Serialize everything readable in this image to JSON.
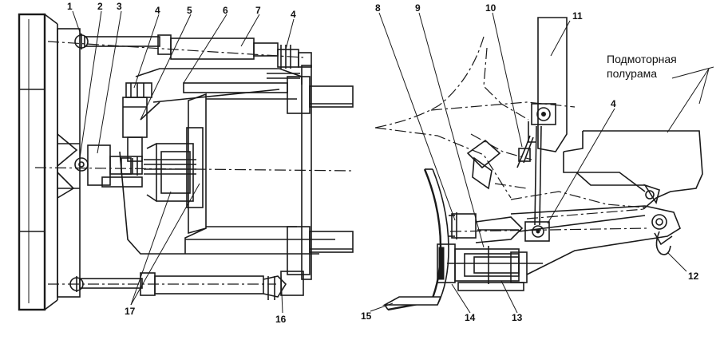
{
  "callouts": [
    "1",
    "2",
    "3",
    "4",
    "5",
    "6",
    "7",
    "4",
    "8",
    "9",
    "10",
    "11",
    "4",
    "12",
    "13",
    "14",
    "15",
    "16",
    "17"
  ],
  "annotation": {
    "line1": "Подмоторная",
    "line2": "полурама"
  },
  "colors": {
    "ink": "#1a1a1a",
    "paper": "#ffffff"
  }
}
